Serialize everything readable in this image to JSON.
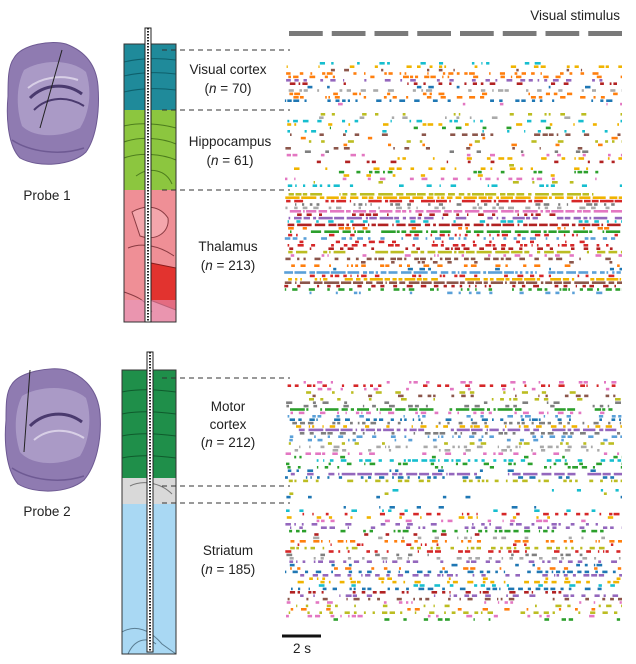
{
  "stimulus": {
    "label": "Visual stimulus",
    "bar_count": 8,
    "bar_color": "#7a7a7a"
  },
  "scale_bar": {
    "label": "2 s",
    "seconds": 2
  },
  "probes": [
    {
      "name": "Probe 1",
      "regions": [
        {
          "name_lines": [
            "Visual cortex"
          ],
          "n_text": "70",
          "n": 70,
          "color": "#1f8a9a"
        },
        {
          "name_lines": [
            "Hippocampus"
          ],
          "n_text": "61",
          "n": 61,
          "color": "#8cc63f"
        },
        {
          "name_lines": [
            "Thalamus"
          ],
          "n_text": "213",
          "n": 213,
          "color": "#ef8f96"
        }
      ]
    },
    {
      "name": "Probe 2",
      "regions": [
        {
          "name_lines": [
            "Motor",
            "cortex"
          ],
          "n_text": "212",
          "n": 212,
          "color": "#1f8f4a"
        },
        {
          "name_lines": [
            "Striatum"
          ],
          "n_text": "185",
          "n": 185,
          "color": "#a9d8f3"
        }
      ]
    }
  ],
  "raster_palette": [
    "#1f77b4",
    "#ff7f0e",
    "#2ca02c",
    "#d62728",
    "#9467bd",
    "#8c564b",
    "#e377c2",
    "#7f7f7f",
    "#bcbd22",
    "#17becf",
    "#b22222",
    "#f0b400",
    "#aaaaaa",
    "#5aa0d8"
  ],
  "n_prefix": "(",
  "n_var": "n",
  "n_eq": " = ",
  "n_suffix": ")"
}
